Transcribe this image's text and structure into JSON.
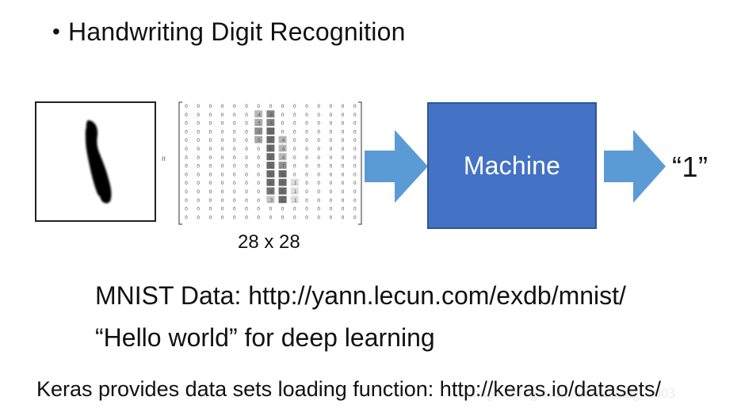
{
  "title": {
    "bullet": "•",
    "text": "Handwriting Digit Recognition"
  },
  "matrix": {
    "approx_symbol": "≈",
    "caption": "28 x 28",
    "rows": [
      [
        "0",
        "0",
        "0",
        "0",
        "0",
        "0",
        "0",
        "0",
        "0",
        "0",
        "0",
        "0",
        "0",
        "0",
        "0"
      ],
      [
        "0",
        "0",
        "0",
        "0",
        "0",
        "0",
        ".4",
        ".8",
        "0",
        "0",
        "0",
        "0",
        "0",
        "0",
        "0"
      ],
      [
        "0",
        "0",
        "0",
        "0",
        "0",
        "0",
        ".5",
        ".8",
        "0",
        "0",
        "0",
        "0",
        "0",
        "0",
        "0"
      ],
      [
        "0",
        "0",
        "0",
        "0",
        "0",
        "0",
        ".7",
        "1",
        "0",
        "0",
        "0",
        "0",
        "0",
        "0",
        "0"
      ],
      [
        "0",
        "0",
        "0",
        "0",
        "0",
        "0",
        ".5",
        "1",
        ".4",
        "0",
        "0",
        "0",
        "0",
        "0",
        "0"
      ],
      [
        "0",
        "0",
        "0",
        "0",
        "0",
        "0",
        "0",
        "1",
        ".4",
        "0",
        "0",
        "0",
        "0",
        "0",
        "0"
      ],
      [
        "0",
        "0",
        "0",
        "0",
        "0",
        "0",
        "0",
        "1",
        ".4",
        "0",
        "0",
        "0",
        "0",
        "0",
        "0"
      ],
      [
        "0",
        "0",
        "0",
        "0",
        "0",
        "0",
        "0",
        "1",
        ".7",
        "0",
        "0",
        "0",
        "0",
        "0",
        "0"
      ],
      [
        "0",
        "0",
        "0",
        "0",
        "0",
        "0",
        "0",
        "1",
        "1",
        "0",
        "0",
        "0",
        "0",
        "0",
        "0"
      ],
      [
        "0",
        "0",
        "0",
        "0",
        "0",
        "0",
        "0",
        "1",
        "1",
        ".1",
        "0",
        "0",
        "0",
        "0",
        "0"
      ],
      [
        "0",
        "0",
        "0",
        "0",
        "0",
        "0",
        "0",
        ".9",
        "1",
        ".1",
        "0",
        "0",
        "0",
        "0",
        "0"
      ],
      [
        "0",
        "0",
        "0",
        "0",
        "0",
        "0",
        "0",
        ".3",
        "1",
        ".1",
        "0",
        "0",
        "0",
        "0",
        "0"
      ],
      [
        "0",
        "0",
        "0",
        "0",
        "0",
        "0",
        "0",
        "0",
        "0",
        "0",
        "0",
        "0",
        "0",
        "0",
        "0"
      ],
      [
        "0",
        "0",
        "0",
        "0",
        "0",
        "0",
        "0",
        "0",
        "0",
        "0",
        "0",
        "0",
        "0",
        "0",
        "0"
      ]
    ]
  },
  "machine": {
    "label": "Machine"
  },
  "output": {
    "label": "“1”"
  },
  "lines": {
    "mnist": "MNIST Data: http://yann.lecun.com/exdb/mnist/",
    "hello": "“Hello world” for deep learning",
    "keras": "Keras provides data sets loading function: http://keras.io/datasets/"
  },
  "watermark": {
    "text": "https://blog.csdn.net/Yuefang_2003"
  },
  "colors": {
    "machine_fill": "#4472c4",
    "machine_border": "#2f5597",
    "arrow_fill": "#5b9bd5"
  }
}
